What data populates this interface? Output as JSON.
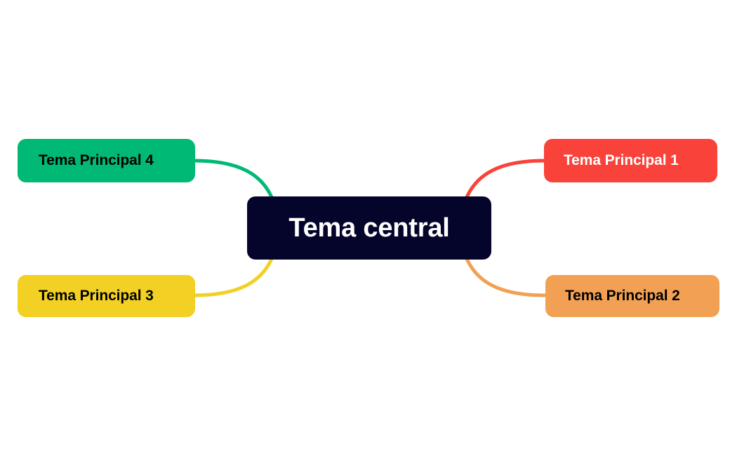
{
  "diagram": {
    "type": "mind-map",
    "background_color": "#FFFFFF",
    "central": {
      "label": "Tema central",
      "fill": "#05052B",
      "text_color": "#FFFFFF"
    },
    "branches": [
      {
        "id": "topic-1",
        "label": "Tema Principal 1",
        "fill": "#F9423A",
        "text_color": "#FFFFFF",
        "connector_color": "#F9423A",
        "side": "right",
        "position": "top"
      },
      {
        "id": "topic-2",
        "label": "Tema Principal 2",
        "fill": "#F2A154",
        "text_color": "#000000",
        "connector_color": "#F2A154",
        "side": "right",
        "position": "bottom"
      },
      {
        "id": "topic-3",
        "label": "Tema Principal 3",
        "fill": "#F2D024",
        "text_color": "#000000",
        "connector_color": "#F2D024",
        "side": "left",
        "position": "bottom"
      },
      {
        "id": "topic-4",
        "label": "Tema Principal 4",
        "fill": "#00B974",
        "text_color": "#000000",
        "connector_color": "#00B974",
        "side": "left",
        "position": "top"
      }
    ]
  }
}
